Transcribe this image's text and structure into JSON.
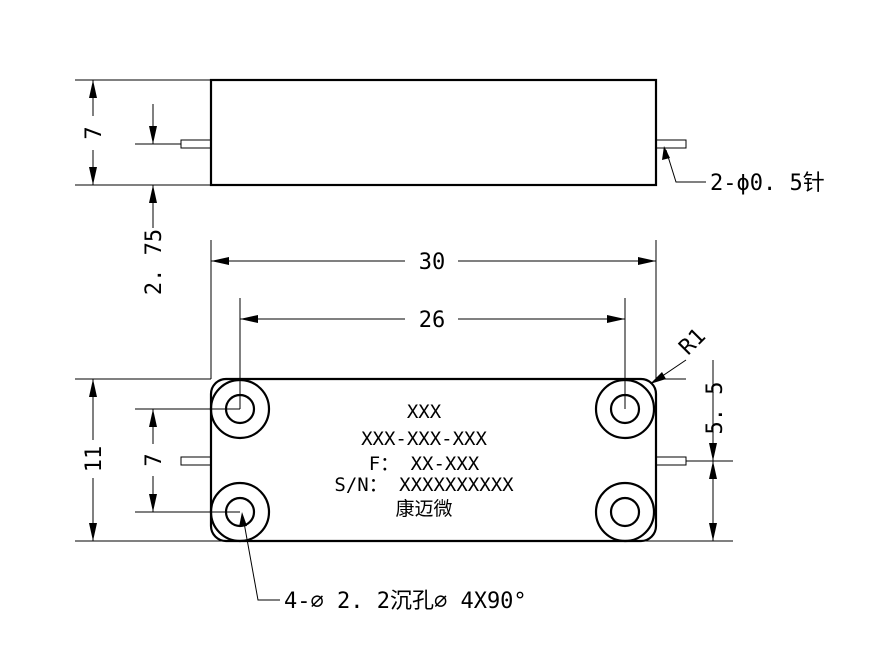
{
  "dimensions": {
    "side_height": "7",
    "pin_offset": "2. 75",
    "pin_callout": "2-ϕ0. 5针",
    "overall_length": "30",
    "hole_spacing": "26",
    "corner_radius": "R1",
    "pin_pos_right": "5. 5",
    "overall_width": "11",
    "hole_vertical": "7",
    "hole_callout": "4-∅ 2. 2沉孔∅ 4X90°"
  },
  "marking": {
    "line1": "XXX",
    "line2": "XXX-XXX-XXX",
    "line3": "F： XX-XXX",
    "line4": "S/N： XXXXXXXXXX",
    "line5": "康迈微"
  }
}
